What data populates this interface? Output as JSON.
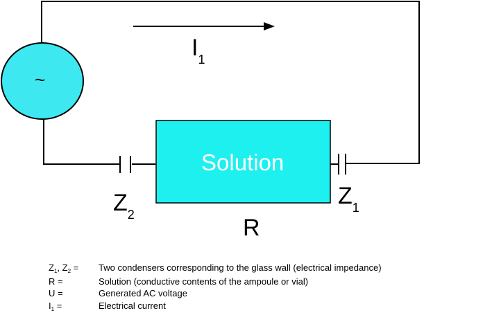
{
  "diagram": {
    "source_symbol": "~",
    "current_label": "I",
    "current_sub": "1",
    "solution_label": "Solution",
    "z2_label": "Z",
    "z2_sub": "2",
    "z1_label": "Z",
    "z1_sub": "1",
    "r_label": "R",
    "colors": {
      "source_fill": "#3ee8f0",
      "solution_fill": "#1ef0f0",
      "wire": "#000000"
    }
  },
  "legend": {
    "rows": [
      {
        "key_main": "Z",
        "key_sub1": "1",
        "key_mid": ", Z",
        "key_sub2": "2",
        "key_end": " =",
        "desc": "Two condensers corresponding to the glass wall (electrical impedance)"
      },
      {
        "key": "R =",
        "desc": "Solution (conductive contents of the ampoule or vial)"
      },
      {
        "key": "U =",
        "desc": "Generated AC voltage"
      },
      {
        "key_main": "I",
        "key_sub1": "1",
        "key_end": " =",
        "desc": "Electrical current"
      }
    ]
  }
}
